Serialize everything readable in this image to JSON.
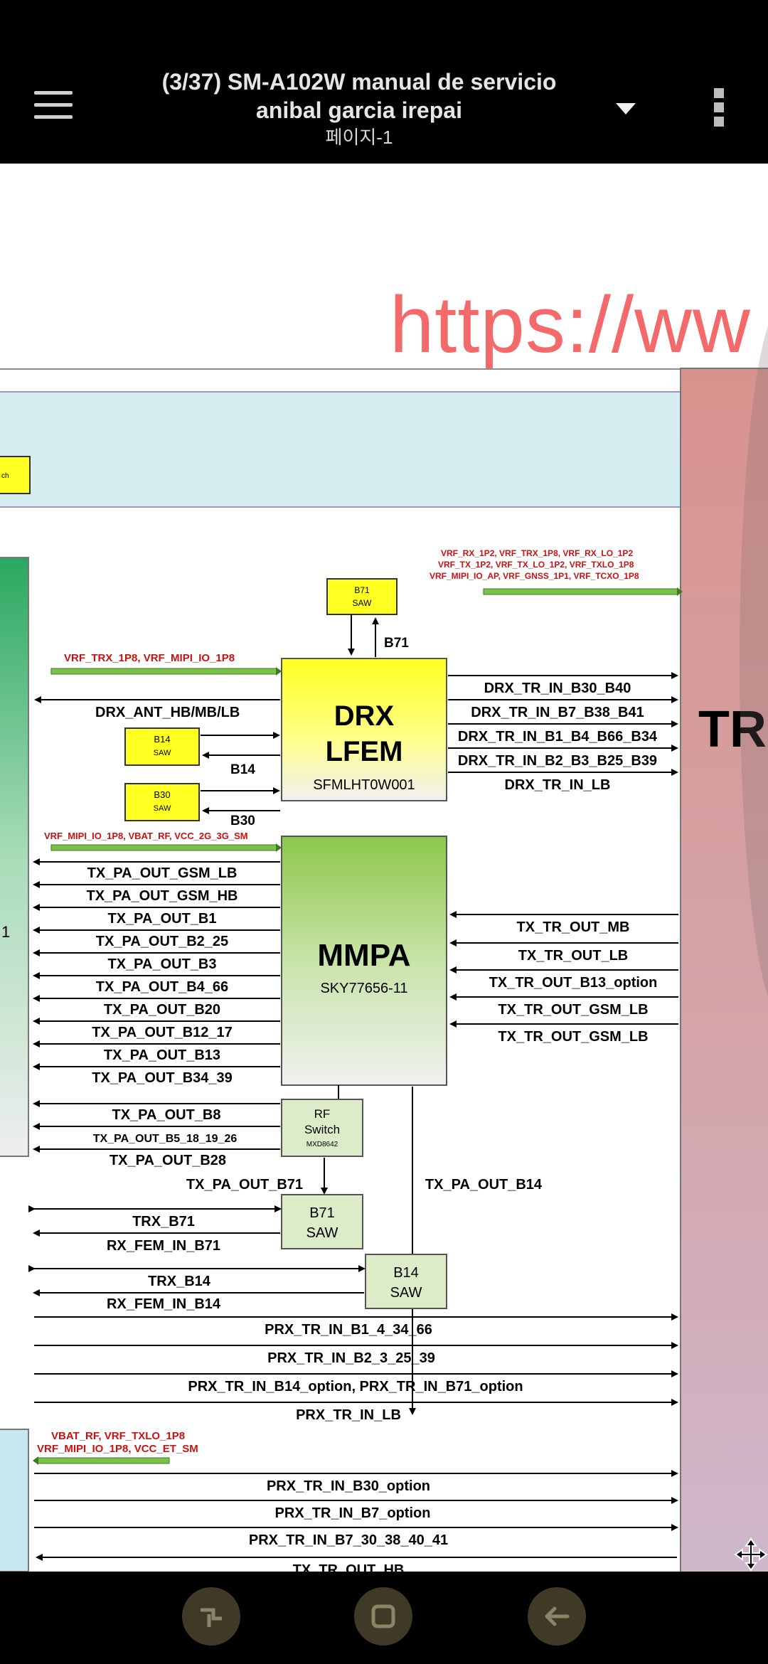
{
  "header": {
    "title_line1": "(3/37) SM-A102W manual de servicio",
    "title_line2": "anibal garcia irepai",
    "page_label": "페이지-1"
  },
  "document": {
    "url_text": "https://ww",
    "power_notes": {
      "top_right": [
        "VRF_RX_1P2, VRF_TRX_1P8, VRF_RX_LO_1P2",
        "VRF_TX_1P2, VRF_TX_LO_1P2, VRF_TXLO_1P8",
        "VRF_MIPI_IO_AP, VRF_GNSS_1P1, VRF_TCXO_1P8"
      ],
      "drx": "VRF_TRX_1P8, VRF_MIPI_IO_1P8",
      "mmpa": "VRF_MIPI_IO_1P8, VBAT_RF, VCC_2G_3G_SM",
      "bottom_line1": "VBAT_RF, VRF_TXLO_1P8",
      "bottom_line2": "VRF_MIPI_IO_1P8, VCC_ET_SM"
    },
    "blocks": {
      "drx_title1": "DRX",
      "drx_title2": "LFEM",
      "drx_part": "SFMLHT0W001",
      "mmpa_title": "MMPA",
      "mmpa_part": "SKY77656-11",
      "rf_switch1": "RF",
      "rf_switch2": "Switch",
      "rf_switch_part": "MXD8642",
      "saw_b71_top1": "B71",
      "saw_b71_top2": "SAW",
      "saw_b14_1": "B14",
      "saw_b14_2": "SAW",
      "saw_b30_1": "B30",
      "saw_b30_2": "SAW",
      "saw_b71_1": "B71",
      "saw_b71_2": "SAW",
      "saw_b14b_1": "B14",
      "saw_b14b_2": "SAW",
      "left_sw": "ch",
      "left_digit": "1",
      "tr_label": "TR"
    },
    "signals": {
      "b71": "B71",
      "drx_ant": "DRX_ANT_HB/MB/LB",
      "b14": "B14",
      "b30": "B30",
      "drx_out": [
        "DRX_TR_IN_B30_B40",
        "DRX_TR_IN_B7_B38_B41",
        "DRX_TR_IN_B1_B4_B66_B34",
        "DRX_TR_IN_B2_B3_B25_B39",
        "DRX_TR_IN_LB"
      ],
      "tx_pa_left": [
        "TX_PA_OUT_GSM_LB",
        "TX_PA_OUT_GSM_HB",
        "TX_PA_OUT_B1",
        "TX_PA_OUT_B2_25",
        "TX_PA_OUT_B3",
        "TX_PA_OUT_B4_66",
        "TX_PA_OUT_B20",
        "TX_PA_OUT_B12_17",
        "TX_PA_OUT_B13",
        "TX_PA_OUT_B34_39"
      ],
      "tx_tr_right": [
        "TX_TR_OUT_MB",
        "TX_TR_OUT_LB",
        "TX_TR_OUT_B13_option",
        "TX_TR_OUT_GSM_LB",
        "TX_TR_OUT_GSM_LB"
      ],
      "sw_left": [
        "TX_PA_OUT_B8",
        "TX_PA_OUT_B5_18_19_26",
        "TX_PA_OUT_B28"
      ],
      "tx_pa_b71": "TX_PA_OUT_B71",
      "tx_pa_b14": "TX_PA_OUT_B14",
      "trx_b71": "TRX_B71",
      "rx_fem_b71": "RX_FEM_IN_B71",
      "trx_b14": "TRX_B14",
      "rx_fem_b14": "RX_FEM_IN_B14",
      "prx": [
        "PRX_TR_IN_B1_4_34_66",
        "PRX_TR_IN_B2_3_25_39",
        "PRX_TR_IN_B14_option, PRX_TR_IN_B71_option",
        "PRX_TR_IN_LB"
      ],
      "prx2": [
        "PRX_TR_IN_B30_option",
        "PRX_TR_IN_B7_option",
        "PRX_TR_IN_B7_30_38_40_41",
        "TX_TR_OUT_HB"
      ]
    }
  },
  "nav": {
    "recent_icon": "recent-apps-icon",
    "home_icon": "home-icon",
    "back_icon": "back-icon"
  },
  "colors": {
    "drx_yellow": "#ffff33",
    "mmpa_green": "#8ccc4c",
    "tr_pink": "#d9948f",
    "power_red": "#cc1111",
    "power_arrow": "#7cc04c",
    "nav_button": "#3e3a26"
  }
}
